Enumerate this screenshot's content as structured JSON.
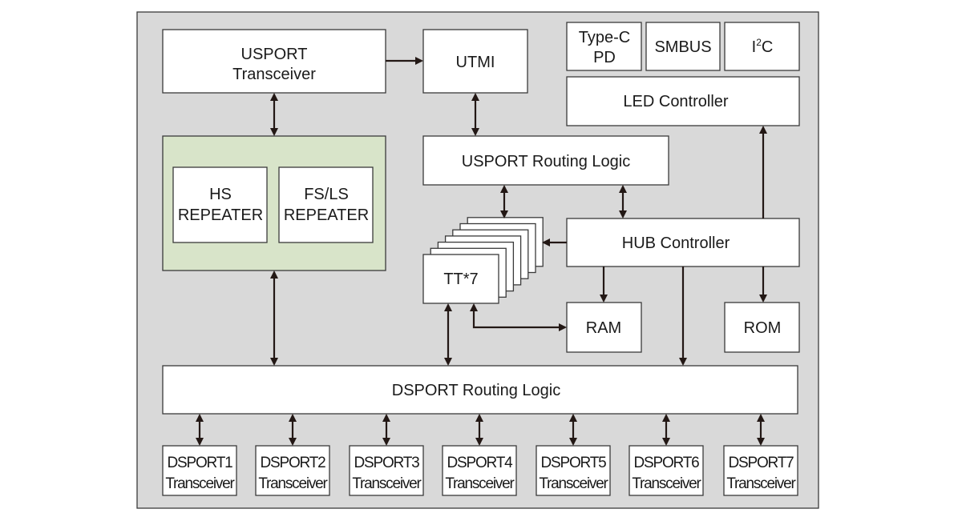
{
  "blocks": {
    "usport_transceiver": [
      "USPORT",
      "Transceiver"
    ],
    "utmi": "UTMI",
    "type_c_pd": [
      "Type-C",
      "PD"
    ],
    "smbus": "SMBUS",
    "i2c": {
      "base": "I",
      "sup": "2",
      "tail": "C"
    },
    "led_controller": "LED Controller",
    "hs_repeater": [
      "HS",
      "REPEATER"
    ],
    "fsls_repeater": [
      "FS/LS",
      "REPEATER"
    ],
    "usport_routing": "USPORT Routing Logic",
    "hub_controller": "HUB Controller",
    "tt": "TT*7",
    "ram": "RAM",
    "rom": "ROM",
    "dsport_routing": "DSPORT Routing Logic",
    "dsports": [
      [
        "DSPORT1",
        "Transceiver"
      ],
      [
        "DSPORT2",
        "Transceiver"
      ],
      [
        "DSPORT3",
        "Transceiver"
      ],
      [
        "DSPORT4",
        "Transceiver"
      ],
      [
        "DSPORT5",
        "Transceiver"
      ],
      [
        "DSPORT6",
        "Transceiver"
      ],
      [
        "DSPORT7",
        "Transceiver"
      ]
    ]
  },
  "colors": {
    "background": "#d9d9d9",
    "repeater_group": "#d8e4c9",
    "line": "#231815"
  }
}
